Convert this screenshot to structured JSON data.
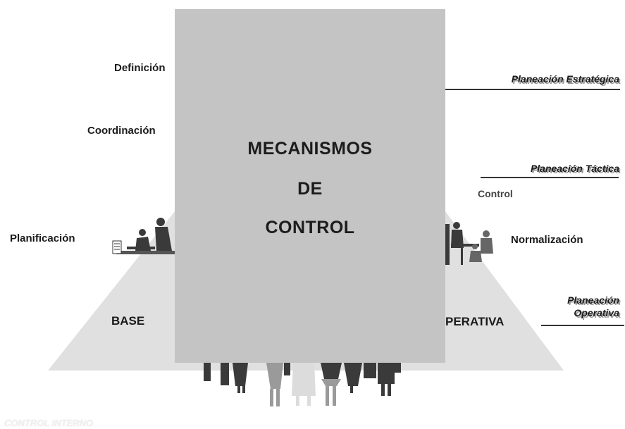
{
  "left_labels": {
    "definicion": "Definición",
    "coordinacion": "Coordinación",
    "planificacion": "Planificación"
  },
  "right_labels": {
    "planeacion_estrategica": "Planeación Estratégica",
    "planeacion_tactica": "Planeación Táctica",
    "control": "Control",
    "normalizacion": "Normalización",
    "planeacion_operativa_line1": "Planeación",
    "planeacion_operativa_line2": "Operativa"
  },
  "pyramid": {
    "base_left": "BASE",
    "base_right": "PERATIVA"
  },
  "center_box": {
    "line1": "MECANISMOS",
    "line2": "DE",
    "line3": "CONTROL"
  },
  "footer": {
    "watermark": "CONTROL INTERNO"
  },
  "colors": {
    "pyramid": "#e0e0e0",
    "center_box": "#c4c4c4",
    "figures": "#3a3a3a"
  },
  "icons": [
    "people-crowd-icon",
    "office-workers-icon",
    "meeting-table-icon",
    "arrow-icon"
  ]
}
